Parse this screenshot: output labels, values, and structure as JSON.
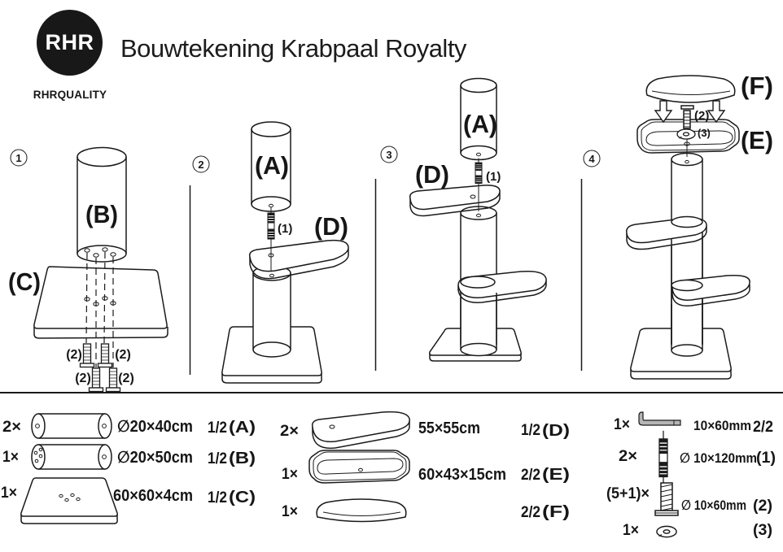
{
  "colors": {
    "ink": "#1a1a1a",
    "background": "#ffffff"
  },
  "header": {
    "logo_text": "RHR",
    "logo_brand": "RHRQUALITY",
    "title": "Bouwtekening Krabpaal Royalty"
  },
  "steps": [
    {
      "number": "1",
      "labels": {
        "post": "(B)",
        "base": "(C)",
        "screw": "(2)"
      }
    },
    {
      "number": "2",
      "labels": {
        "post": "(A)",
        "rod": "(1)",
        "platform": "(D)"
      }
    },
    {
      "number": "3",
      "labels": {
        "post": "(A)",
        "rod": "(1)",
        "platform": "(D)"
      }
    },
    {
      "number": "4",
      "labels": {
        "cushion": "(F)",
        "tray": "(E)",
        "screw": "(2)",
        "washer": "(3)"
      }
    }
  ],
  "parts_list": {
    "columns": [
      {
        "rows": [
          {
            "item": "scratch-post-small",
            "count": "2×",
            "size": "∅20×40cm",
            "page": "1/2",
            "ref": "(A)"
          },
          {
            "item": "scratch-post-large",
            "count": "1×",
            "size": "∅20×50cm",
            "page": "1/2",
            "ref": "(B)"
          },
          {
            "item": "base-plate",
            "count": "1×",
            "size": "60×60×4cm",
            "page": "1/2",
            "ref": "(C)"
          }
        ]
      },
      {
        "rows": [
          {
            "item": "platform",
            "count": "2×",
            "size": "55×55cm",
            "page": "1/2",
            "ref": "(D)"
          },
          {
            "item": "tray-bed",
            "count": "1×",
            "size": "60×43×15cm",
            "page": "2/2",
            "ref": "(E)"
          },
          {
            "item": "cushion",
            "count": "1×",
            "size": "",
            "page": "2/2",
            "ref": "(F)"
          }
        ]
      },
      {
        "rows": [
          {
            "item": "allen-key",
            "count": "1×",
            "size": "10×60mm",
            "page": "2/2",
            "ref": ""
          },
          {
            "item": "threaded-rod",
            "count": "2×",
            "size": "∅ 10×120mm",
            "page": "",
            "ref": "(1)"
          },
          {
            "item": "bolt",
            "count": "(5+1)×",
            "size": "∅ 10×60mm",
            "page": "",
            "ref": "(2)"
          },
          {
            "item": "washer",
            "count": "1×",
            "size": "",
            "page": "",
            "ref": "(3)"
          }
        ]
      }
    ]
  }
}
